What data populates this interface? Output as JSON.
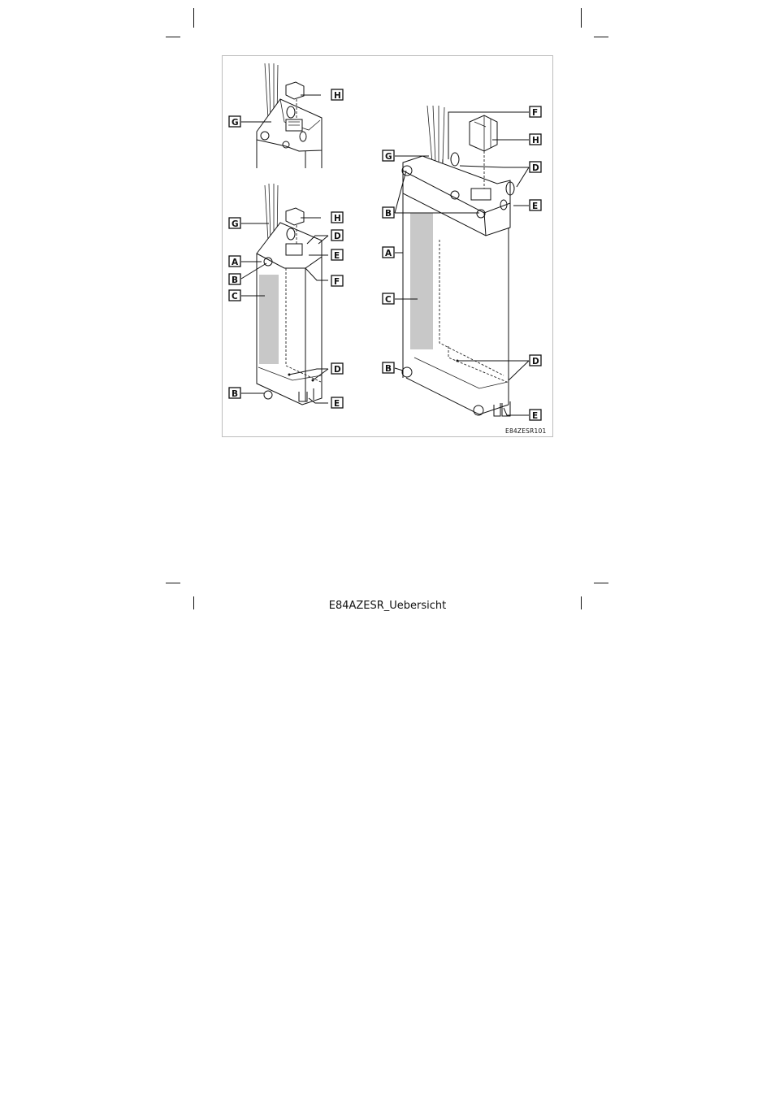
{
  "figure": {
    "image_id_label": "E84ZESR101",
    "labels": {
      "A": "A",
      "B": "B",
      "C": "C",
      "D": "D",
      "E": "E",
      "F": "F",
      "G": "G",
      "H": "H"
    }
  },
  "footer": {
    "caption": "E84AZESR_Uebersicht"
  }
}
